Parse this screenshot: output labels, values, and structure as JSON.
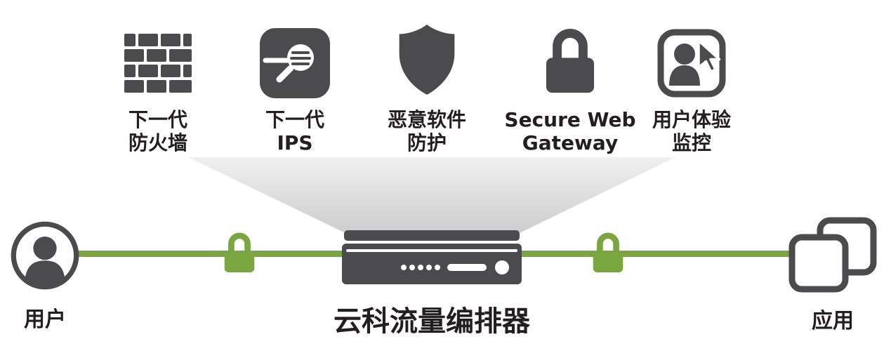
{
  "services": [
    {
      "id": "next-gen-firewall",
      "icon": "firewall-icon",
      "line1": "下一代",
      "line2": "防火墙"
    },
    {
      "id": "next-gen-ips",
      "icon": "magnifier-inspect-icon",
      "line1": "下一代",
      "line2": "IPS"
    },
    {
      "id": "malware-protection",
      "icon": "shield-icon",
      "line1": "恶意软件",
      "line2": "防护"
    },
    {
      "id": "secure-web-gateway",
      "icon": "padlock-icon",
      "line1": "Secure Web",
      "line2": "Gateway"
    },
    {
      "id": "user-experience-monitoring",
      "icon": "user-cursor-icon",
      "line1": "用户体验",
      "line2": "监控"
    }
  ],
  "endpoints": {
    "user": {
      "icon": "user-icon",
      "label": "用户"
    },
    "apps": {
      "icon": "applications-icon",
      "label": "应用"
    }
  },
  "device": {
    "icon": "server-appliance-icon",
    "label": "云科流量编排器"
  },
  "connectors": {
    "line_icon": "traffic-line",
    "lock_icon": "green-padlock-icon",
    "funnel_icon": "funnel-shape"
  },
  "colors": {
    "icon_dark": "#4b4b4d",
    "green": "#7aa63f",
    "funnel_top": "#f0f0f0",
    "funnel_bottom": "#cdcdcd"
  }
}
